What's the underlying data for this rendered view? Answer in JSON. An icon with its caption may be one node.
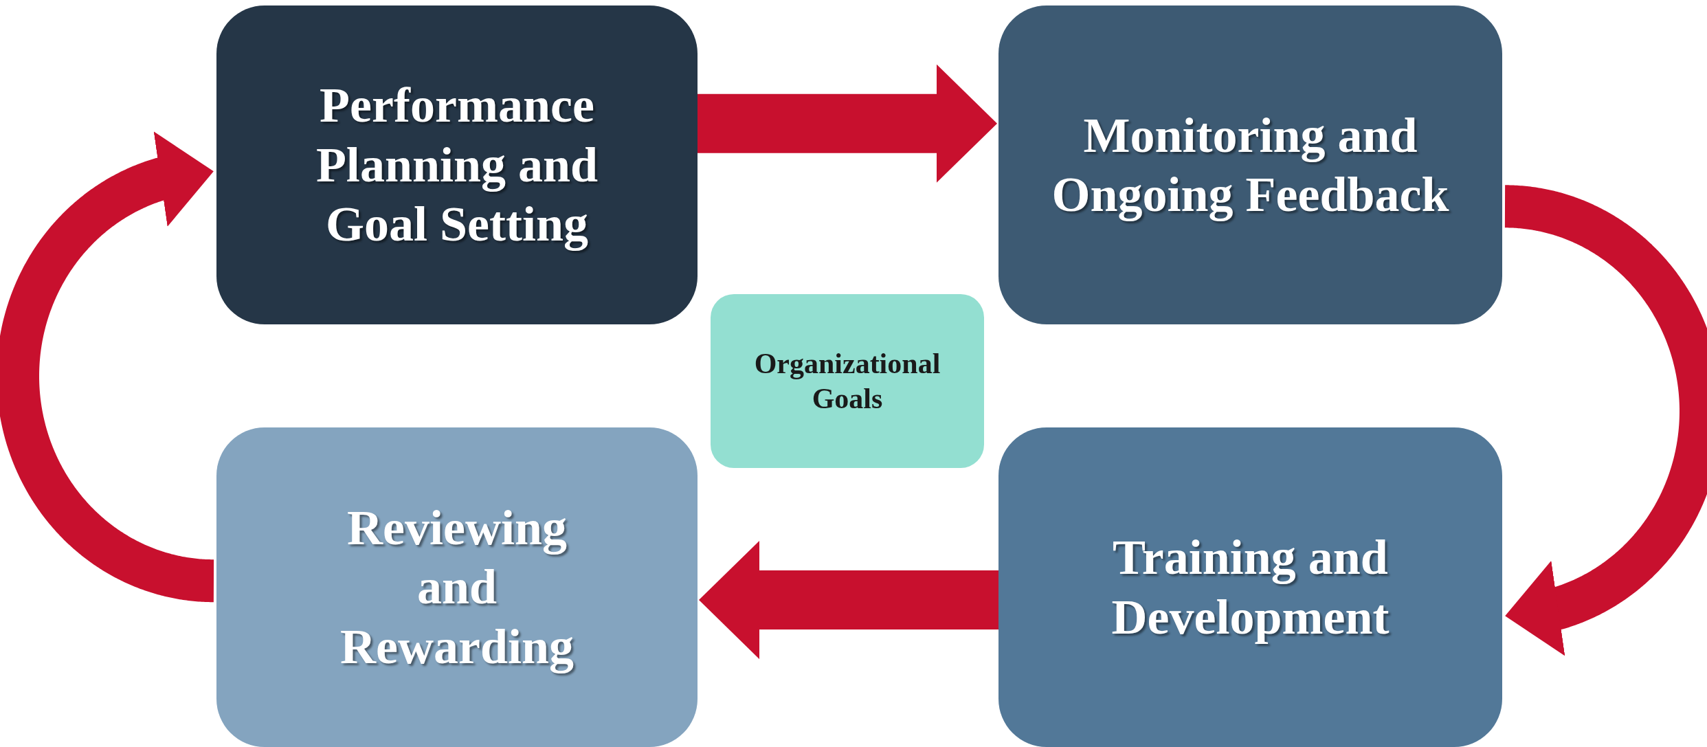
{
  "diagram": {
    "nodes": [
      {
        "text": [
          "Performance Planning and Goal Setting"
        ]
      },
      {
        "text": [
          "Monitoring and Ongoing Feedback"
        ]
      },
      {
        "text": [
          "Organizational Goals"
        ]
      },
      {
        "text": [
          "Reviewing and Rewarding"
        ]
      },
      {
        "text": [
          "Training and Development"
        ]
      }
    ],
    "edges": [
      {
        "from": 0,
        "to": 1,
        "arrow": "to"
      },
      {
        "from": 1,
        "to": 4,
        "arrow": "to"
      },
      {
        "from": 4,
        "to": 3,
        "arrow": "to"
      },
      {
        "from": 3,
        "to": 0,
        "arrow": "to"
      }
    ]
  }
}
